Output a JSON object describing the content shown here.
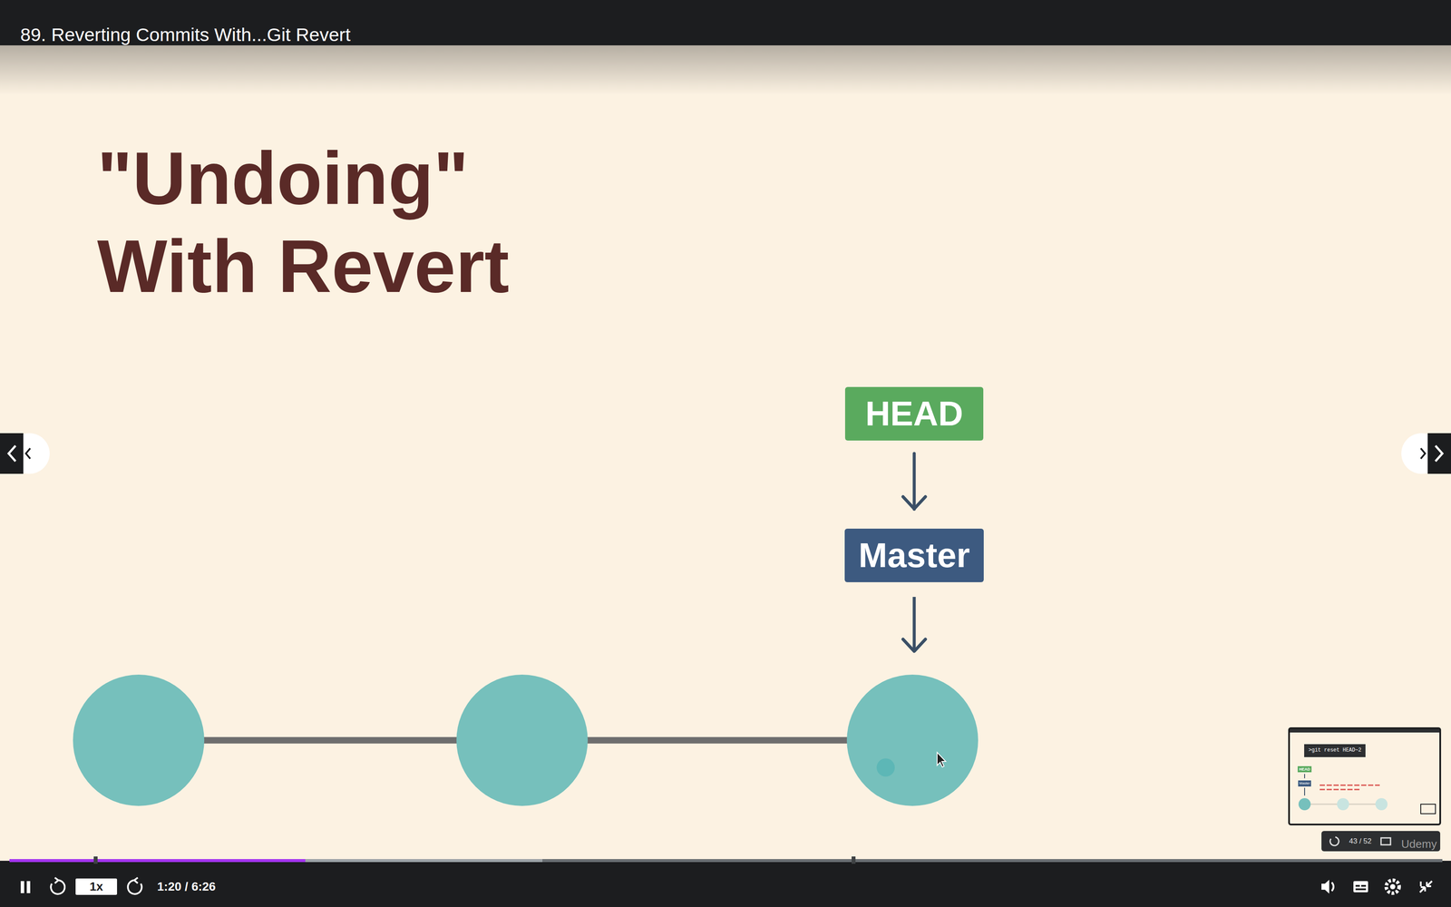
{
  "diagram": {
    "title": "\"Undoing\" With Revert",
    "nodes": [
      {
        "text": [
          "HEAD"
        ]
      },
      {
        "text": [
          "Master"
        ]
      }
    ],
    "edges": [
      {
        "from": 0,
        "to": 1,
        "arrow": "to"
      }
    ],
    "labels": [
      "89. Reverting Commits With...Git Revert",
      "1x",
      "1:20 / 6:26",
      ">git reset HEAD~2",
      "HEAD",
      "Master",
      "43 / 52",
      "Udemy"
    ]
  }
}
